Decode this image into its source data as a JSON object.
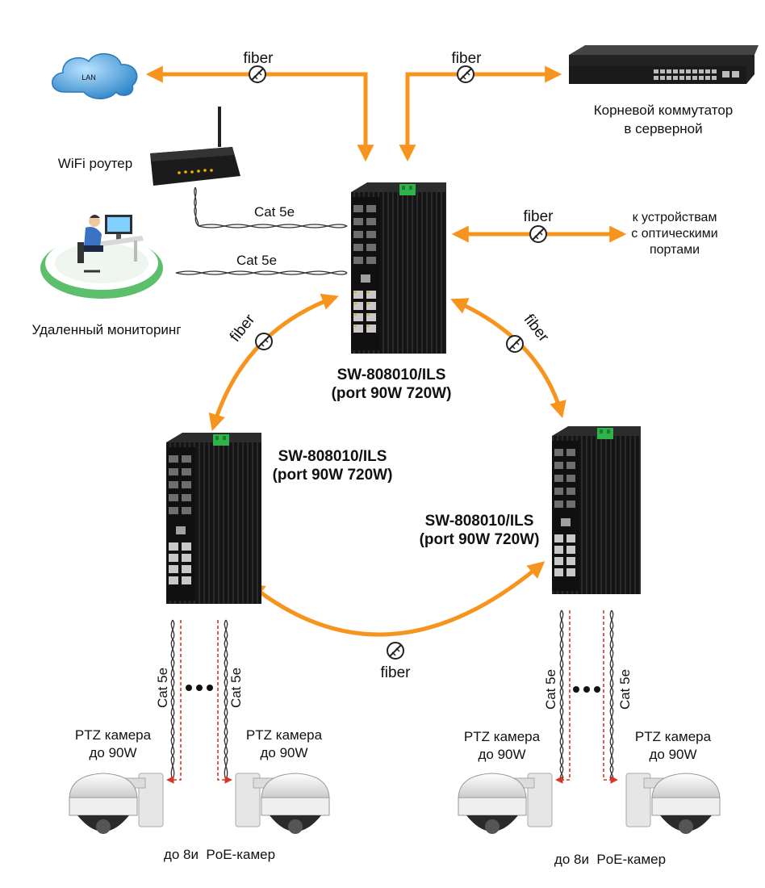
{
  "labels": {
    "fiber_lan": "fiber",
    "fiber_core": "fiber",
    "fiber_optic": "fiber",
    "fiber_left": "fiber",
    "fiber_right": "fiber",
    "fiber_bottom": "fiber",
    "lan": "LAN",
    "wifi_router": "WiFi роутер",
    "cat5e_router": "Cat 5e",
    "cat5e_monitor": "Cat 5e",
    "remote_monitoring": "Удаленный мониторинг",
    "core_switch_line1": "Корневой коммутатор",
    "core_switch_line2": "в серверной",
    "optical_line1": "к устройствам",
    "optical_line2": "с оптическими",
    "optical_line3": "портами",
    "switch_top_line1": "SW-808010/ILS",
    "switch_top_line2": "(port 90W 720W)",
    "switch_left_line1": "SW-808010/ILS",
    "switch_left_line2": "(port 90W 720W)",
    "switch_right_line1": "SW-808010/ILS",
    "switch_right_line2": "(port 90W 720W)",
    "cat5e_l1": "Cat 5e",
    "cat5e_l2": "Cat 5e",
    "cat5e_r1": "Cat 5e",
    "cat5e_r2": "Cat 5e",
    "ptz_l1_line1": "PTZ камера",
    "ptz_l1_line2": "до 90W",
    "ptz_l2_line1": "PTZ камера",
    "ptz_l2_line2": "до 90W",
    "ptz_r1_line1": "PTZ камера",
    "ptz_r1_line2": "до 90W",
    "ptz_r2_line1": "PTZ камера",
    "ptz_r2_line2": "до 90W",
    "poe_left": "до 8и  PoE-камер",
    "poe_right": "до 8и  PoE-камер"
  },
  "colors": {
    "fiber_arrow": "#f7941d",
    "switch_body": "#1a1a1a",
    "terminal_green": "#2fb34a",
    "lan_cloud": "#4aa3df",
    "dashed_red": "#d9342b"
  }
}
